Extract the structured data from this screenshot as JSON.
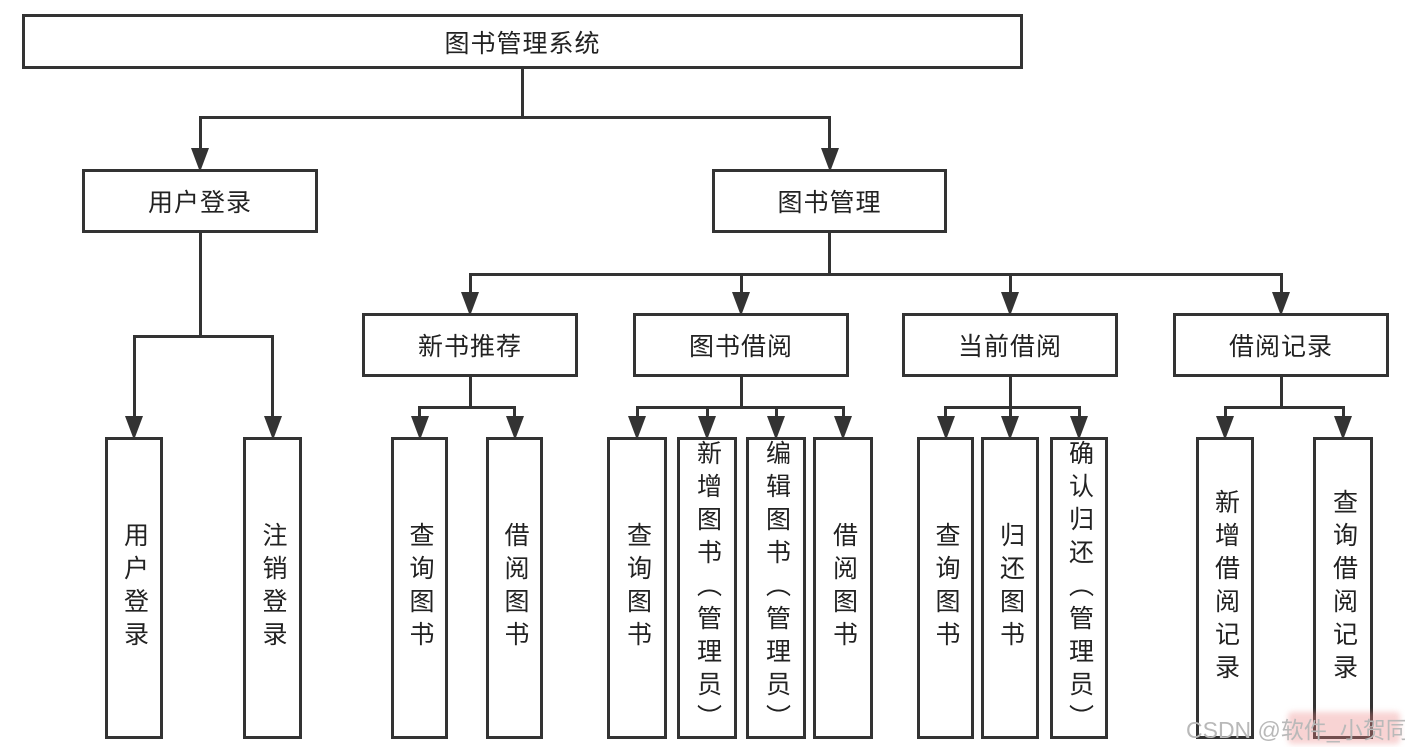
{
  "diagram": {
    "title": "图书管理系统",
    "colors": {
      "line": "#333333",
      "box_fill": "#ffffff",
      "text": "#222222",
      "watermark": "#b9b9b9",
      "watermark_glow": "rgba(236,128,128,0.35)"
    },
    "nodes": [
      {
        "id": "system-root",
        "label": "图书管理系统"
      },
      {
        "id": "user-login-group",
        "label": "用户登录"
      },
      {
        "id": "book-mgmt-group",
        "label": "图书管理"
      },
      {
        "id": "new-book-rec",
        "label": "新书推荐"
      },
      {
        "id": "book-borrow",
        "label": "图书借阅"
      },
      {
        "id": "current-borrow",
        "label": "当前借阅"
      },
      {
        "id": "borrow-records",
        "label": "借阅记录"
      },
      {
        "id": "user-login",
        "label": "用户登录"
      },
      {
        "id": "logout",
        "label": "注销登录"
      },
      {
        "id": "query-books-rec",
        "label": "查询图书"
      },
      {
        "id": "borrow-books-rec",
        "label": "借阅图书"
      },
      {
        "id": "query-books-borrow",
        "label": "查询图书"
      },
      {
        "id": "add-books-admin",
        "label": "新增图书（管理员）"
      },
      {
        "id": "edit-books-admin",
        "label": "编辑图书（管理员）"
      },
      {
        "id": "borrow-books",
        "label": "借阅图书"
      },
      {
        "id": "query-books-cur",
        "label": "查询图书"
      },
      {
        "id": "return-books",
        "label": "归还图书"
      },
      {
        "id": "confirm-return",
        "label": "确认归还（管理员）"
      },
      {
        "id": "add-borrow-record",
        "label": "新增借阅记录"
      },
      {
        "id": "query-borrow-record",
        "label": "查询借阅记录"
      }
    ],
    "edges": [
      {
        "from": "system-root",
        "to": [
          "user-login-group",
          "book-mgmt-group"
        ]
      },
      {
        "from": "user-login-group",
        "to": [
          "user-login",
          "logout"
        ]
      },
      {
        "from": "book-mgmt-group",
        "to": [
          "new-book-rec",
          "book-borrow",
          "current-borrow",
          "borrow-records"
        ]
      },
      {
        "from": "new-book-rec",
        "to": [
          "query-books-rec",
          "borrow-books-rec"
        ]
      },
      {
        "from": "book-borrow",
        "to": [
          "query-books-borrow",
          "add-books-admin",
          "edit-books-admin",
          "borrow-books"
        ]
      },
      {
        "from": "current-borrow",
        "to": [
          "query-books-cur",
          "return-books",
          "confirm-return"
        ]
      },
      {
        "from": "borrow-records",
        "to": [
          "add-borrow-record",
          "query-borrow-record"
        ]
      }
    ]
  },
  "watermark": {
    "text": "CSDN @软件_小贺同学"
  }
}
